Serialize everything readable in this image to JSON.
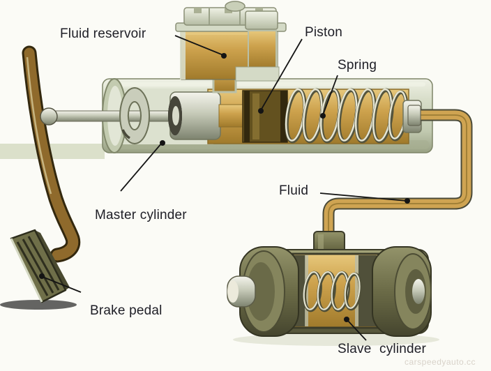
{
  "diagram": {
    "subject": "hydraulic-brake-system",
    "labels": {
      "fluid_reservoir": "Fluid reservoir",
      "piston": "Piston",
      "spring": "Spring",
      "master_cylinder": "Master cylinder",
      "fluid": "Fluid",
      "brake_pedal": "Brake pedal",
      "slave_cylinder": "Slave cylinder"
    },
    "watermark": "carspeedyauto.cc",
    "colors": {
      "background": "#fbfbf6",
      "brake_fluid_gold": "#cda24d",
      "master_cylinder_pale": "#ccd3bd",
      "pedal_arm_brown": "#8f6a2c",
      "slave_cylinder_olive": "#77774f",
      "label_text": "#1e1e26",
      "leader_line": "#141414",
      "watermark_text": "#d8d2c9"
    }
  }
}
